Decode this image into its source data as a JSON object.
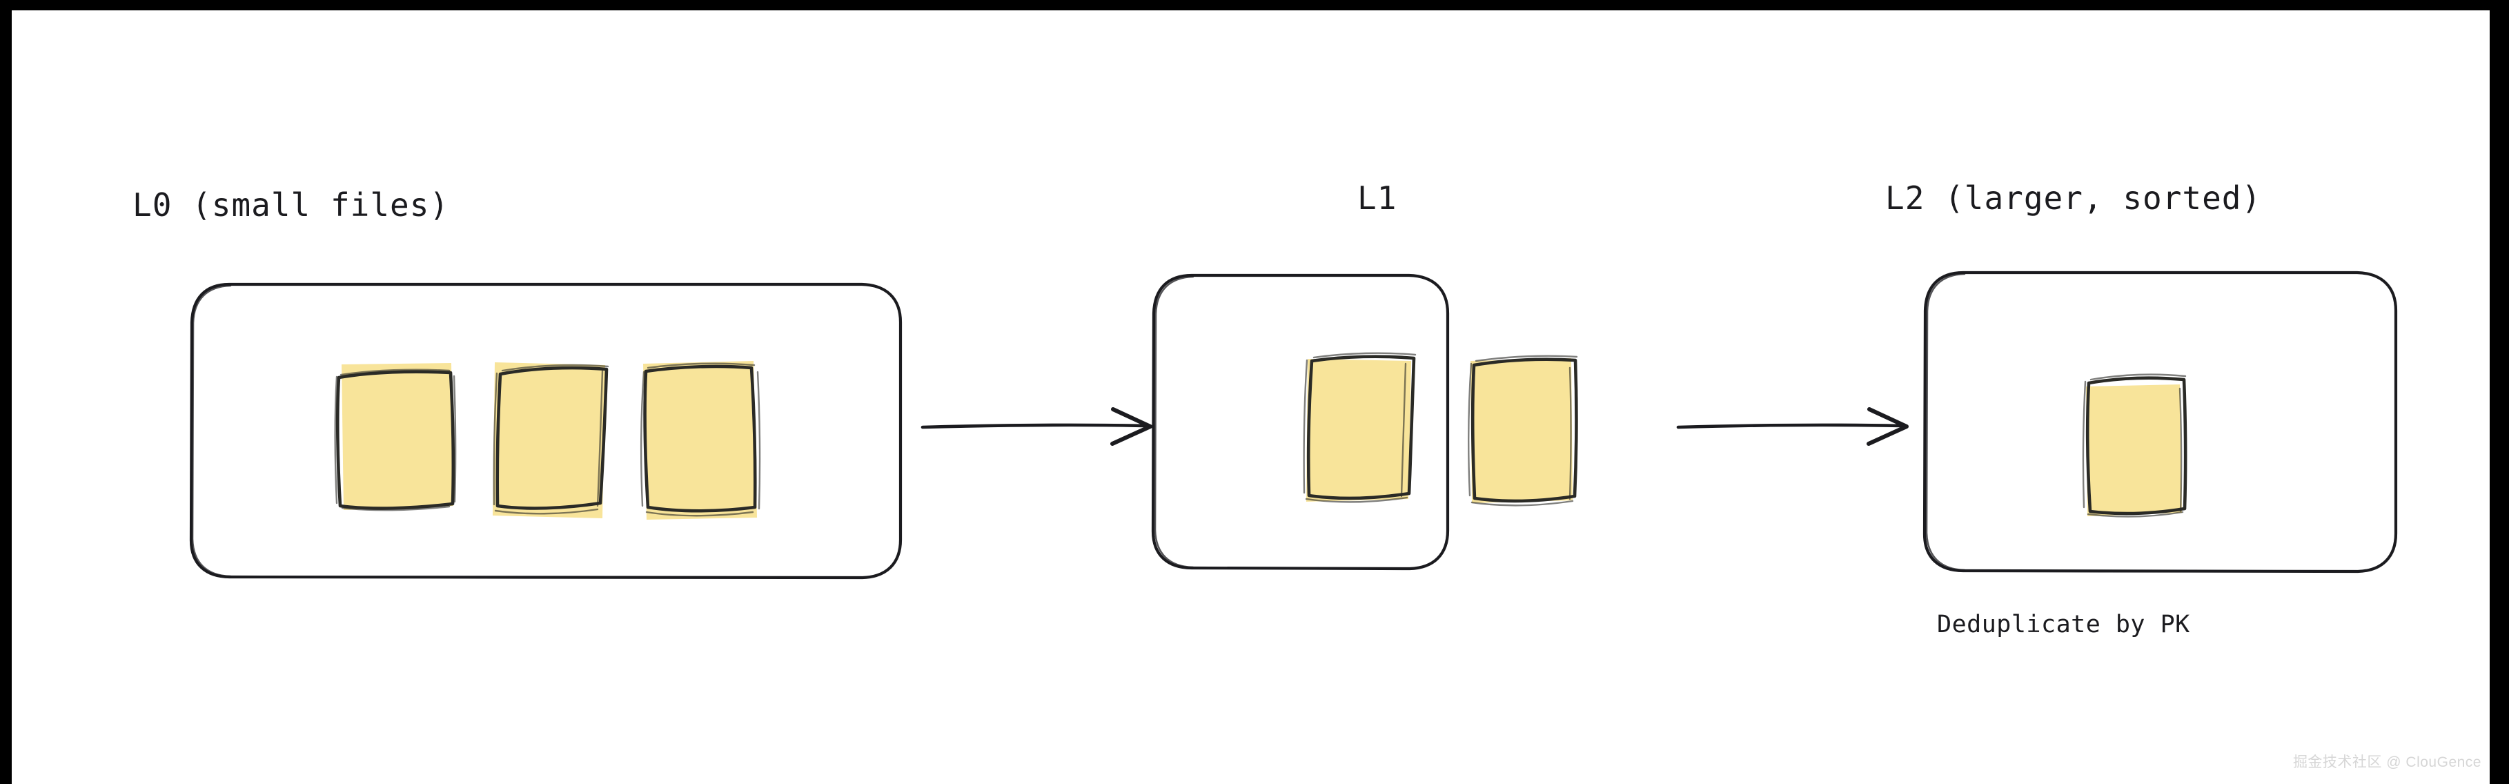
{
  "diagram": {
    "title_text": "",
    "background_color": "#ffffff",
    "frame_color": "#000000",
    "stroke_color": "#1b1b1f",
    "file_fill_color": "#f8e49a",
    "levels": [
      {
        "id": "l0",
        "label": "L0 (small files)",
        "file_count": 3,
        "caption": ""
      },
      {
        "id": "l1",
        "label": "L1",
        "file_count": 2,
        "caption": ""
      },
      {
        "id": "l2",
        "label": "L2 (larger, sorted)",
        "file_count": 1,
        "caption": "Deduplicate by PK"
      }
    ],
    "arrows": [
      {
        "id": "arrow-l0-l1",
        "from": "l0",
        "to": "l1",
        "label": ""
      },
      {
        "id": "arrow-l1-l2",
        "from": "l1",
        "to": "l2",
        "label": ""
      }
    ],
    "watermark": "掘金技术社区 @ ClouGence"
  }
}
